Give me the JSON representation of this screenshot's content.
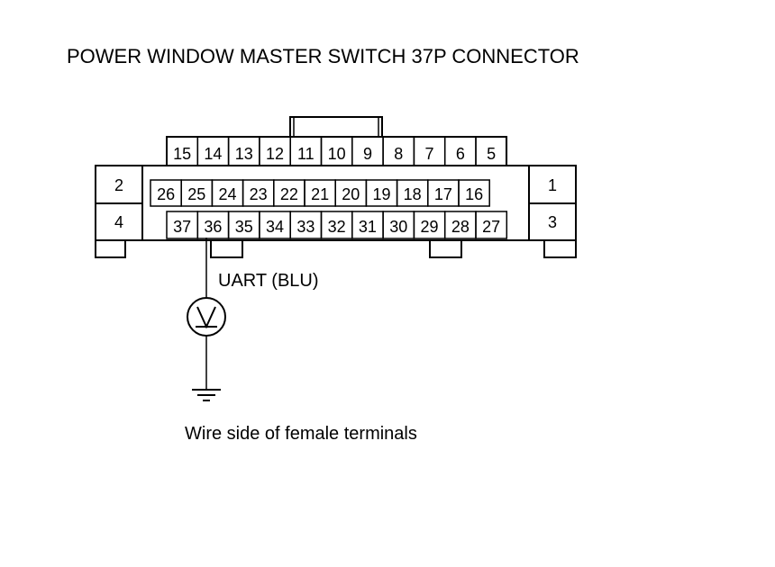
{
  "title": "POWER WINDOW MASTER SWITCH 37P CONNECTOR",
  "connector": {
    "top_row": [
      "15",
      "14",
      "13",
      "12",
      "11",
      "10",
      "9",
      "8",
      "7",
      "6",
      "5"
    ],
    "middle_row": [
      "26",
      "25",
      "24",
      "23",
      "22",
      "21",
      "20",
      "19",
      "18",
      "17",
      "16"
    ],
    "bottom_row": [
      "37",
      "36",
      "35",
      "34",
      "33",
      "32",
      "31",
      "30",
      "29",
      "28",
      "27"
    ],
    "left_pins": [
      "2",
      "4"
    ],
    "right_pins": [
      "1",
      "3"
    ]
  },
  "probe": {
    "terminal": "36",
    "wire_label": "UART (BLU)"
  },
  "caption": "Wire side of female terminals"
}
